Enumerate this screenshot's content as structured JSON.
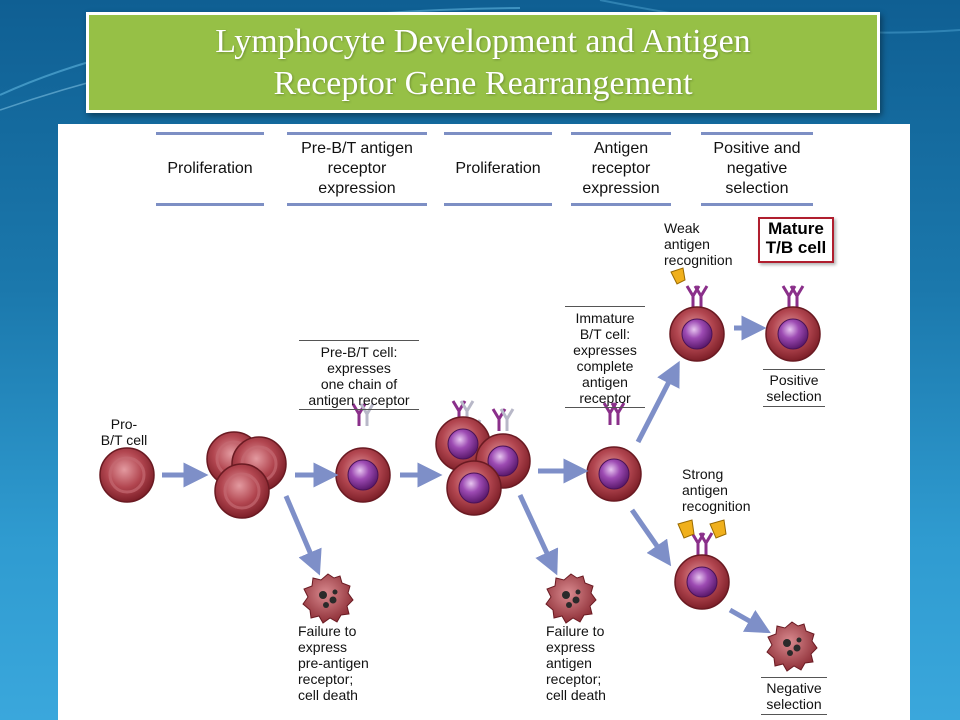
{
  "title": {
    "line1": "Lymphocyte Development and Antigen",
    "line2": "Receptor Gene Rearrangement"
  },
  "stages": [
    "Proliferation",
    "Pre-B/T antigen receptor expression",
    "Proliferation",
    "Antigen receptor expression",
    "Positive and negative selection"
  ],
  "stage_lines": [
    [
      "Proliferation"
    ],
    [
      "Pre-B/T antigen",
      "receptor",
      "expression"
    ],
    [
      "Proliferation"
    ],
    [
      "Antigen",
      "receptor",
      "expression"
    ],
    [
      "Positive and",
      "negative",
      "selection"
    ]
  ],
  "labels": {
    "pro_bt_cell": [
      "Pro-",
      "B/T cell"
    ],
    "pre_bt_cell": [
      "Pre-B/T cell:",
      "expresses",
      "one chain of",
      "antigen receptor"
    ],
    "immature_cell": [
      "Immature",
      "B/T cell:",
      "expresses",
      "complete",
      "antigen",
      "receptor"
    ],
    "weak_recognition": [
      "Weak",
      "antigen",
      "recognition"
    ],
    "strong_recognition": [
      "Strong",
      "antigen",
      "recognition"
    ],
    "mature_cell": [
      "Mature",
      "T/B cell"
    ],
    "positive_selection": [
      "Positive",
      "selection"
    ],
    "negative_selection": [
      "Negative",
      "selection"
    ],
    "failure_pre": [
      "Failure to",
      "express",
      "pre-antigen",
      "receptor;",
      "cell death"
    ],
    "failure_antigen": [
      "Failure to",
      "express",
      "antigen",
      "receptor;",
      "cell death"
    ]
  },
  "colors": {
    "background": "#1b78ac",
    "title_box": "#96c046",
    "cell_red": "#a3353d",
    "nucleus_purple": "#7a2a8c",
    "arrow_blue": "#7e8fc8",
    "stage_bar": "#7d8fc4",
    "mature_border": "#b01e2e",
    "antigen_yellow": "#f0b01c"
  }
}
